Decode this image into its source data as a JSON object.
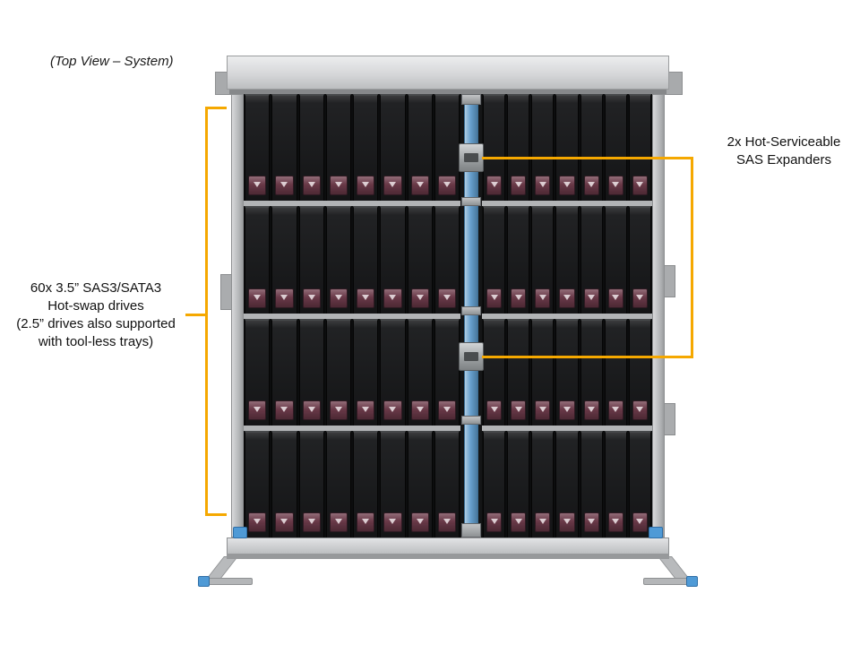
{
  "title": "(Top View – System)",
  "annotations": {
    "drives_label_lines": [
      "60x 3.5” SAS3/SATA3",
      "Hot-swap drives",
      "(2.5” drives also supported",
      "with tool-less trays)"
    ],
    "expanders_label_lines": [
      "2x Hot-Serviceable",
      "SAS Expanders"
    ]
  },
  "chassis": {
    "rows": 4,
    "left_columns": 8,
    "right_columns": 7,
    "total_drives": 60,
    "expander_count": 2
  },
  "colors": {
    "annotation": "#F5A800",
    "expander_blue": "#5E9ACA",
    "latch": "#6E3B4B",
    "chassis": "#C6C8CA",
    "tray": "#1A1B1D"
  }
}
